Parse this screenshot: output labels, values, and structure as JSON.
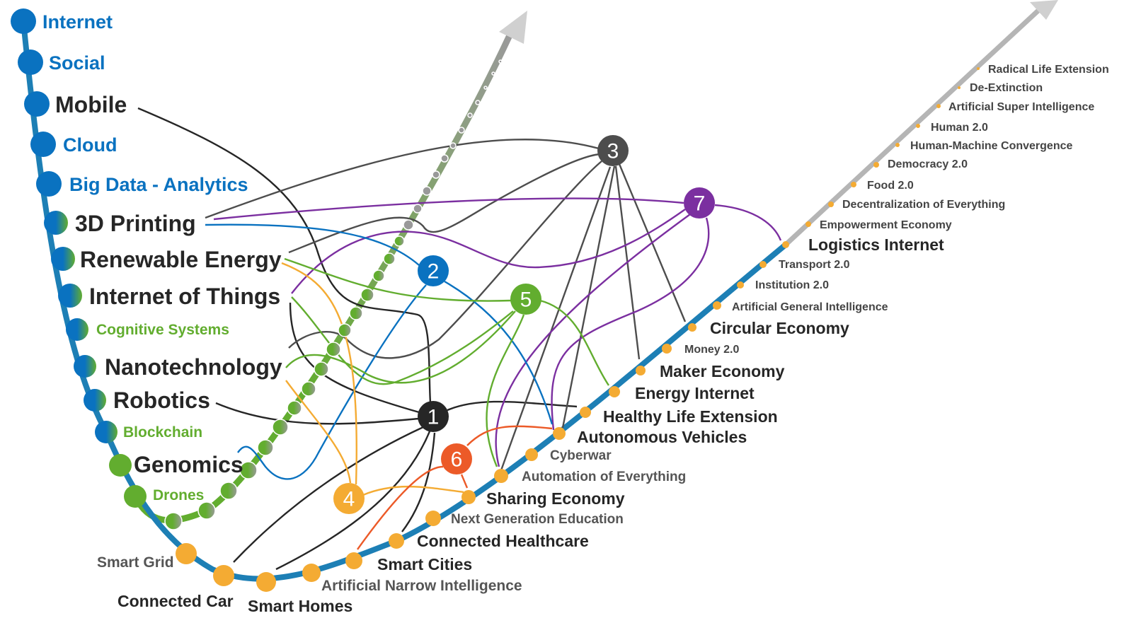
{
  "colors": {
    "blue": "#0a72c0",
    "green": "#62ad2f",
    "orange": "#f4ab33",
    "gray": "#9a9a9a",
    "black": "#262626",
    "dark_gray": "#4d4d4d",
    "purple": "#7b2fa0",
    "red": "#ec5a28"
  },
  "left_track": {
    "items": [
      "Internet",
      "Social",
      "Mobile",
      "Cloud",
      "Big Data - Analytics",
      "3D Printing",
      "Renewable Energy",
      "Internet of Things",
      "Cognitive Systems",
      "Nanotechnology",
      "Robotics",
      "Blockchain",
      "Genomics",
      "Drones"
    ]
  },
  "bottom_track": {
    "items": [
      "Smart Grid",
      "Connected Car",
      "Smart Homes",
      "Artificial Narrow Intelligence",
      "Smart Cities",
      "Connected Healthcare",
      "Next Generation Education",
      "Sharing Economy",
      "Automation of Everything",
      "Cyberwar",
      "Autonomous Vehicles",
      "Healthy Life Extension",
      "Energy Internet",
      "Maker Economy",
      "Money 2.0",
      "Circular Economy",
      "Artificial General Intelligence",
      "Institution 2.0",
      "Transport 2.0",
      "Logistics Internet",
      "Empowerment Economy",
      "Decentralization of Everything",
      "Food 2.0",
      "Democracy 2.0",
      "Human-Machine Convergence",
      "Human 2.0",
      "Artificial Super Intelligence",
      "De-Extinction",
      "Radical Life Extension"
    ]
  },
  "hubs": [
    "1",
    "2",
    "3",
    "4",
    "5",
    "6",
    "7"
  ]
}
